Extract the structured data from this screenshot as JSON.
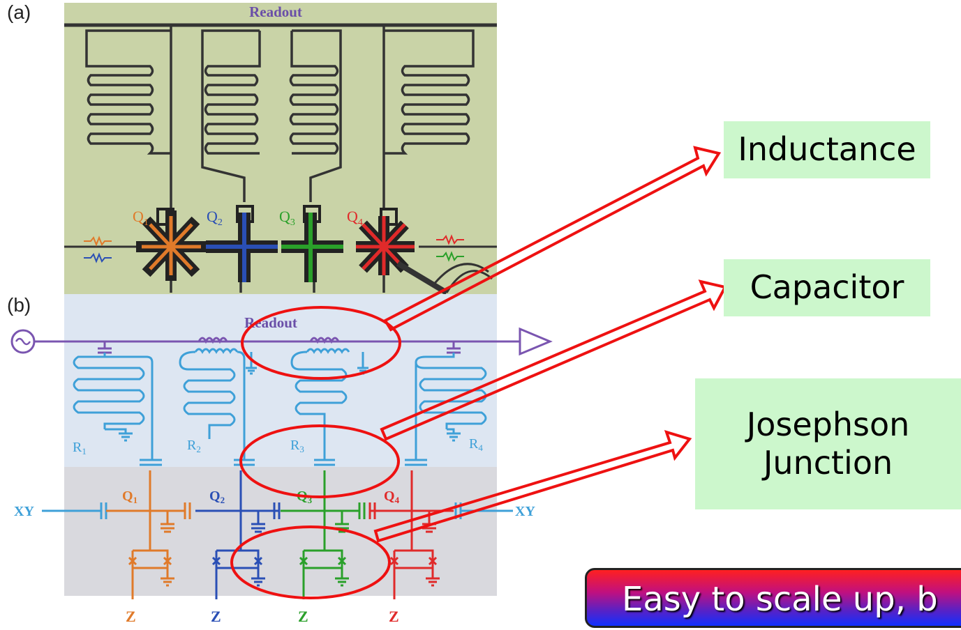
{
  "figure": {
    "panel_a_label": "(a)",
    "panel_b_label": "(b)",
    "readout_a": "Readout",
    "readout_b": "Readout",
    "qubits_a": [
      "Q",
      "Q",
      "Q",
      "Q"
    ],
    "qubit_subs": [
      "1",
      "2",
      "3",
      "4"
    ],
    "resonators_b": [
      "R",
      "R",
      "R",
      "R"
    ],
    "qubits_b": [
      "Q",
      "Q",
      "Q",
      "Q"
    ],
    "xy_left": "XY",
    "xy_right": "XY",
    "z_lines": [
      "Z",
      "Z",
      "Z",
      "Z"
    ],
    "qubit_colors": [
      "#e07a2a",
      "#2a4fb5",
      "#2aa02a",
      "#e02a2a"
    ],
    "panel_a_bg": "#c9d3a7",
    "panel_b_bg": "#dde6f2",
    "circuit_color": "#3ea0d8",
    "readout_color": "#7a55b0"
  },
  "callouts": {
    "inductance": "Inductance",
    "capacitor": "Capacitor",
    "josephson_line1": "Josephson",
    "josephson_line2": "Junction"
  },
  "banner": {
    "text": "Easy to scale up, b"
  },
  "annotation_color": "#ee1111"
}
